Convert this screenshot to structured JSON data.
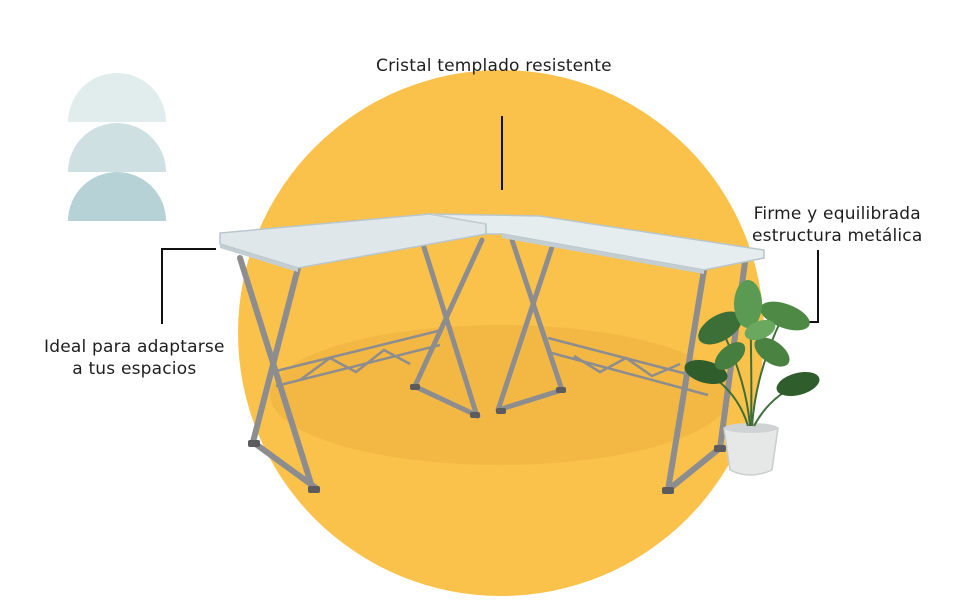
{
  "colors": {
    "circle": "#fbc24b",
    "semicircle_1": "#e1ecec",
    "semicircle_2": "#cfe0e2",
    "semicircle_3": "#b6d2d6",
    "frame": "#8d8d8f",
    "glass": "#dfe7ea",
    "leader_line": "#111111"
  },
  "callouts": {
    "top": "Cristal templado resistente",
    "left_line1": "Ideal para adaptarse",
    "left_line2": "a tus espacios",
    "right_line1": "Firme y equilibrada",
    "right_line2": "estructura metálica"
  },
  "icons": {
    "decor": "stacked-semicircles-icon",
    "product": "l-shaped-glass-desk",
    "plant": "potted-plant-icon"
  }
}
